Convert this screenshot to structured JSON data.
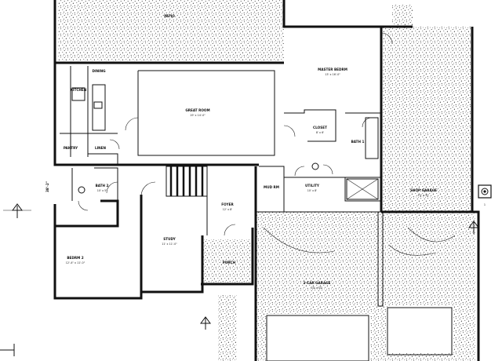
{
  "colors": {
    "wall": "#111111",
    "paper": "#ffffff",
    "stipple": "#222222"
  },
  "rooms": {
    "great_room": {
      "name": "GREAT ROOM",
      "dim": "19' x 14'-0\""
    },
    "master_bedroom": {
      "name": "MASTER BEDRM",
      "dim": "13' x 16'-0\""
    },
    "closet": {
      "name": "CLOSET",
      "dim": "8' x 6'"
    },
    "bath1": {
      "name": "BATH 1"
    },
    "kitchen": {
      "name": "KITCHEN"
    },
    "dining": {
      "name": "DINING"
    },
    "pantry": {
      "name": "PANTRY"
    },
    "linen": {
      "name": "LINEN"
    },
    "bath2": {
      "name": "BATH 2",
      "dim": "10' x 5'"
    },
    "bedroom2": {
      "name": "BEDRM 2",
      "dim": "12'-4\" x 11'-0\""
    },
    "study": {
      "name": "STUDY",
      "dim": "11' x 11'-0\""
    },
    "foyer": {
      "name": "FOYER",
      "dim": "12' x 8'"
    },
    "porch": {
      "name": "PORCH"
    },
    "mud_rm": {
      "name": "MUD RM"
    },
    "utility": {
      "name": "UTILITY",
      "dim": "10' x 8'"
    },
    "shop_garage": {
      "name": "SHOP GARAGE",
      "dim": "14' x 32'"
    },
    "garage": {
      "name": "2-CAR GARAGE",
      "dim": "20' x 20'"
    },
    "patio": {
      "name": "PATIO"
    }
  },
  "notes": {
    "side_dim": "38'-2\"",
    "symbol": "1"
  }
}
